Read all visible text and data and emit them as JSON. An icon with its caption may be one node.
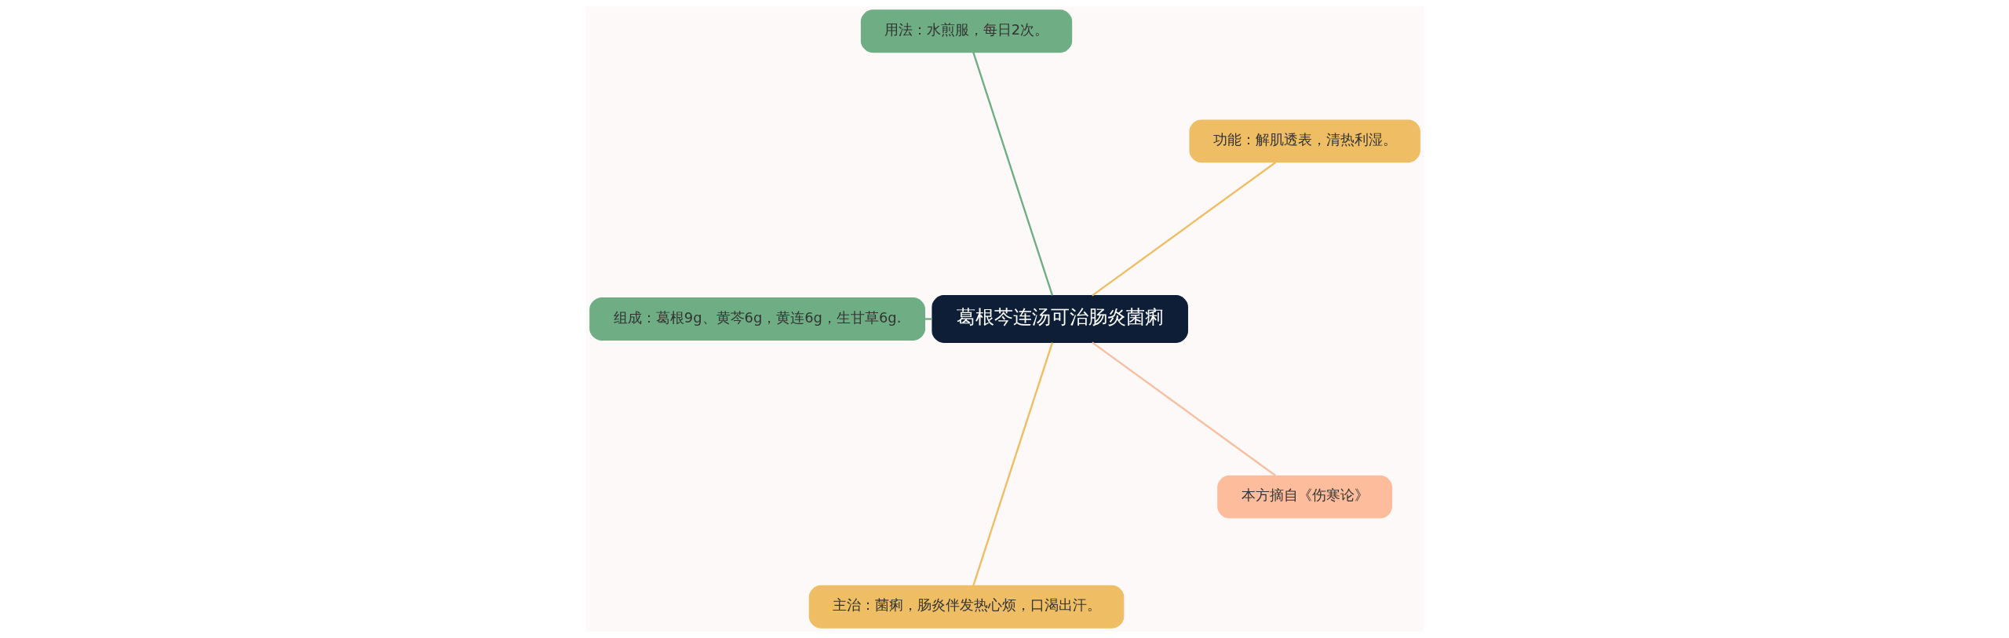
{
  "diagram": {
    "nodes": [
      {
        "text": [
          "葛根芩连汤可治肠炎菌痢"
        ]
      },
      {
        "text": [
          "功能：解肌透表，清热利湿。"
        ]
      },
      {
        "text": [
          "用法：水煎服，每日2次。"
        ]
      },
      {
        "text": [
          "组成：葛根9g、黄芩6g，黄连6g，生甘草6g."
        ]
      },
      {
        "text": [
          "主治：菌痢，肠炎伴发热心烦，口渴出汗。"
        ]
      },
      {
        "text": [
          "本方摘自《伤寒论》"
        ]
      }
    ],
    "edges": [
      {
        "from": 0,
        "to": 1,
        "arrow": "none",
        "color": "#efbe64"
      },
      {
        "from": 0,
        "to": 2,
        "arrow": "none",
        "color": "#6fae84"
      },
      {
        "from": 0,
        "to": 3,
        "arrow": "none",
        "color": "#6fae84"
      },
      {
        "from": 0,
        "to": 4,
        "arrow": "none",
        "color": "#efbe64"
      },
      {
        "from": 0,
        "to": 5,
        "arrow": "none",
        "color": "#f7bfa0"
      }
    ]
  }
}
